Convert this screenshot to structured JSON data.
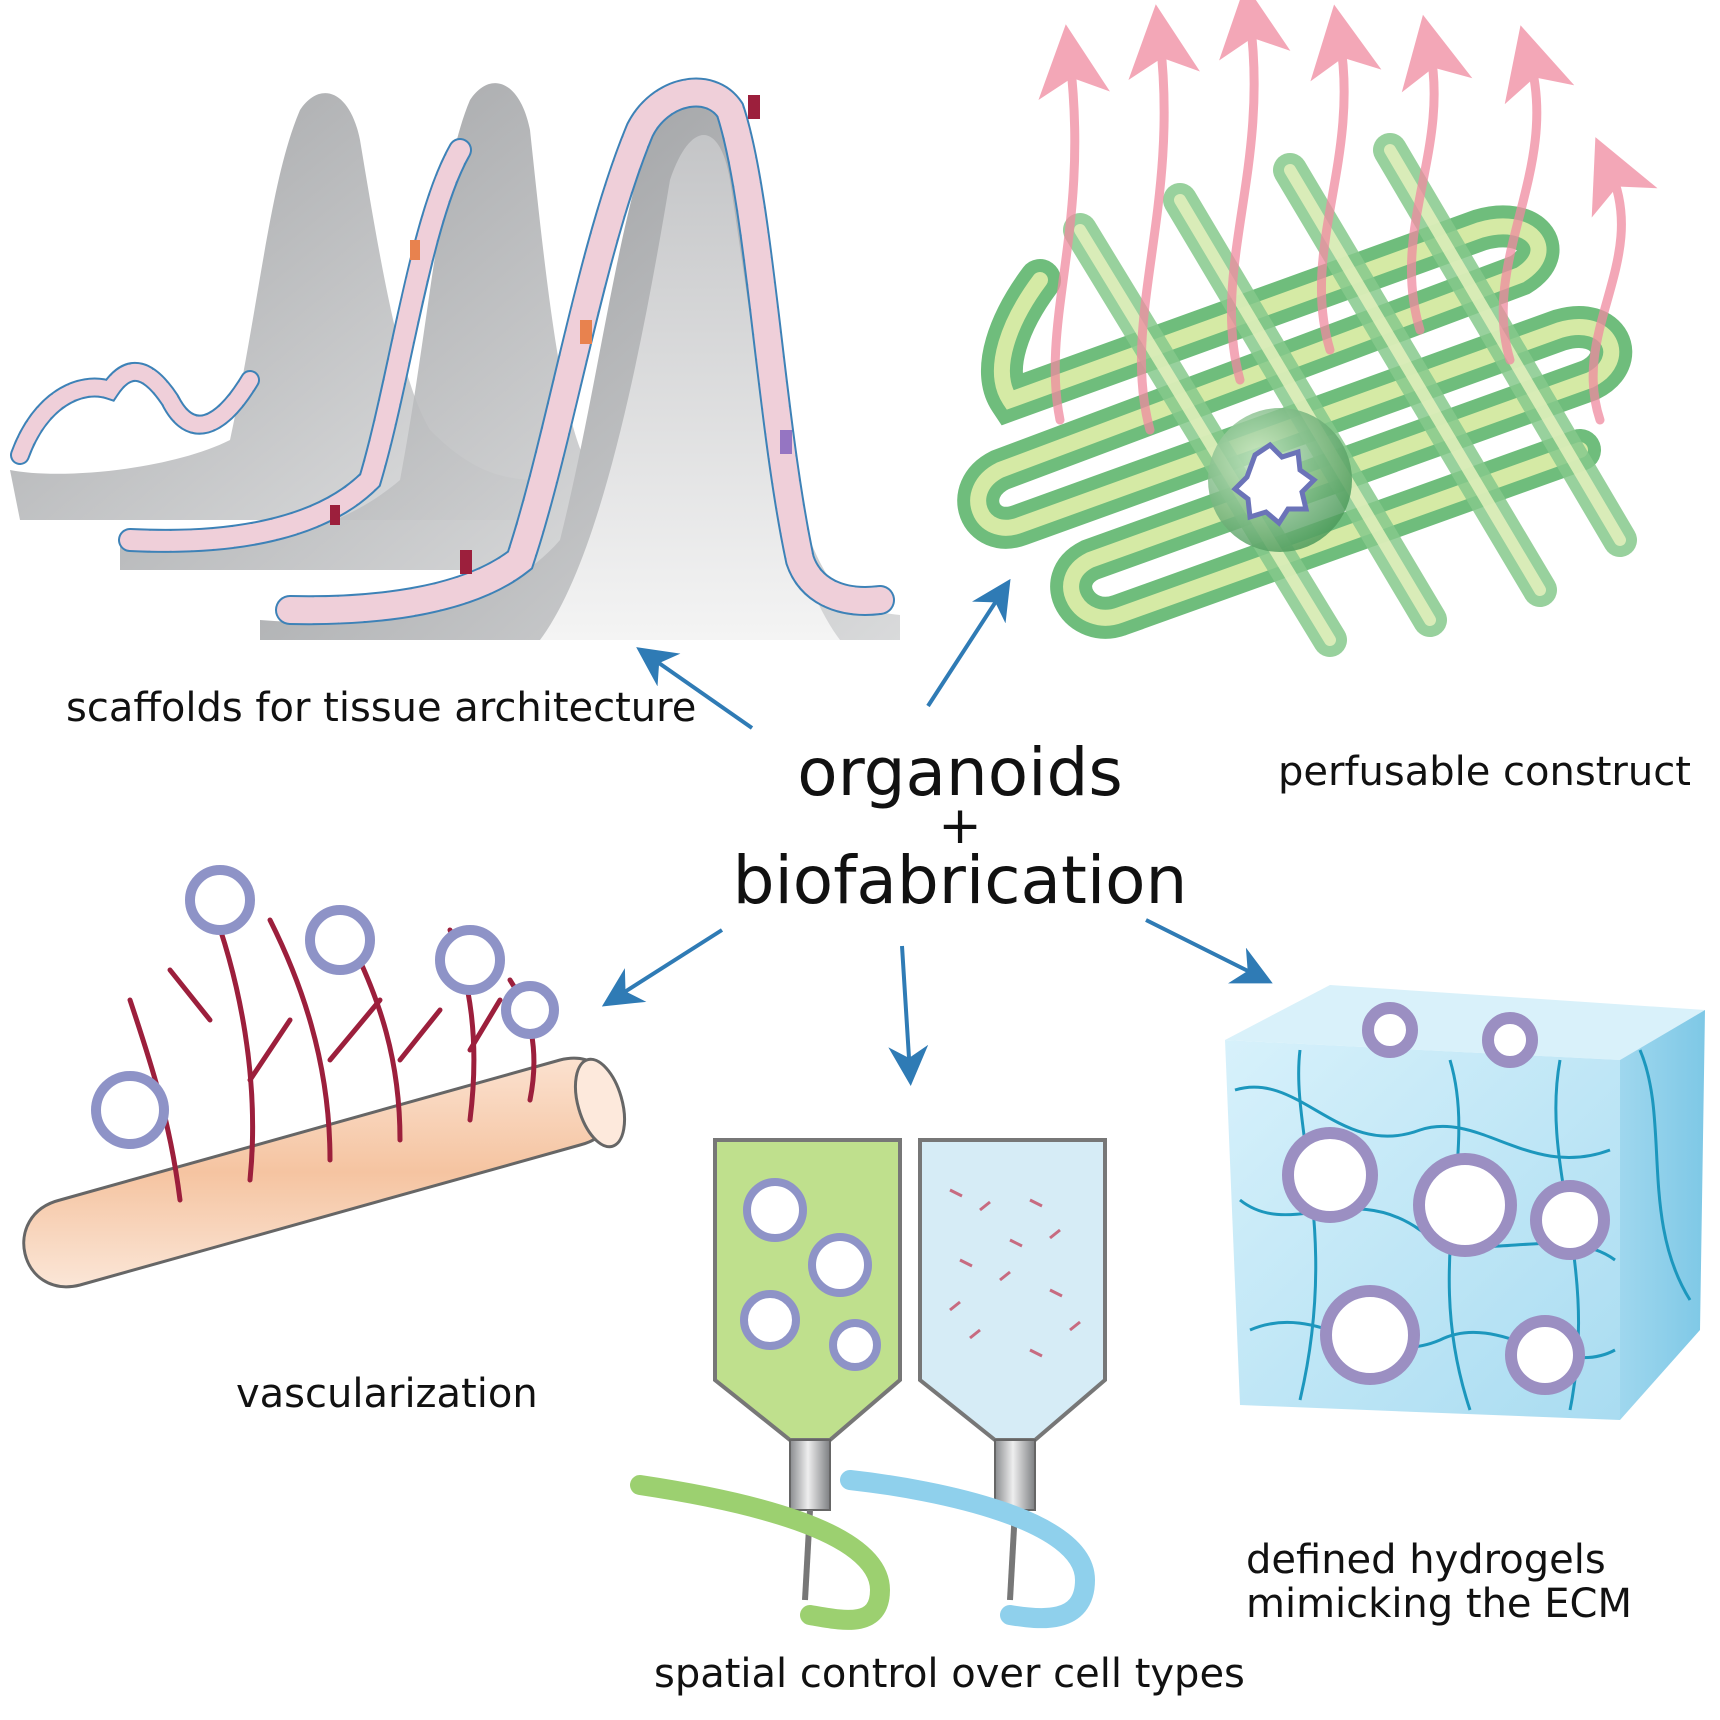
{
  "center": {
    "line1": "organoids",
    "plus": "+",
    "line2": "biofabrication"
  },
  "panels": {
    "scaffolds": {
      "label": "scaffolds for tissue architecture"
    },
    "perfusable": {
      "label": "perfusable construct"
    },
    "vascularization": {
      "label": "vascularization"
    },
    "spatial": {
      "label": "spatial control over cell types"
    },
    "hydrogels": {
      "label_line1": "defined hydrogels",
      "label_line2": "mimicking the ECM"
    }
  },
  "colors": {
    "arrow": "#2f7bb5",
    "cell": "#efcfd9",
    "cell_outline": "#3d82b7",
    "nucleus": "#5a3418",
    "tissue_gray": "#9fa1a4",
    "green_tube": "#86c98c",
    "green_light": "#d5eaa5",
    "flow_pink": "#f08aa0",
    "vessel_red": "#9c1f3c",
    "muscle_orange": "#f2b58d",
    "hydrogel_blue": "#bfe6f6",
    "fiber_blue": "#1c97bd",
    "ink_green": "#bfe08d",
    "ink_blue": "#d6ecf6"
  }
}
